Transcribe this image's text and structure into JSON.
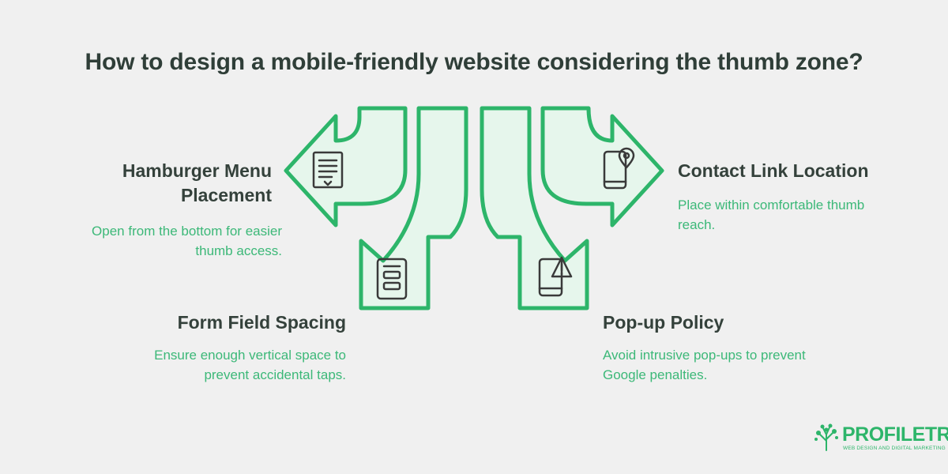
{
  "title": "How to design a mobile-friendly website considering the thumb zone?",
  "items": {
    "hamburger": {
      "heading_lines": [
        "Hamburger Menu",
        "Placement"
      ],
      "desc_lines": [
        "Open from the bottom for easier",
        "thumb access."
      ],
      "icon": "document-menu-icon"
    },
    "form": {
      "heading": "Form Field Spacing",
      "desc_lines": [
        "Ensure enough vertical space to",
        "prevent accidental taps."
      ],
      "icon": "form-fields-icon"
    },
    "contact": {
      "heading": "Contact Link Location",
      "desc_lines": [
        "Place within comfortable thumb",
        "reach."
      ],
      "icon": "phone-location-icon"
    },
    "popup": {
      "heading": "Pop-up Policy",
      "desc_lines": [
        "Avoid intrusive pop-ups to prevent",
        "Google penalties."
      ],
      "icon": "phone-warning-icon"
    }
  },
  "logo": {
    "name": "PROFILETREE",
    "tagline": "WEB DESIGN AND DIGITAL MARKETING",
    "icon": "tree-icon"
  },
  "colors": {
    "background": "#f0f0f0",
    "arrow_fill": "#e6f6ec",
    "arrow_stroke": "#2db56a",
    "heading": "#34413b",
    "description": "#3cb878",
    "title": "#2f3e38"
  }
}
